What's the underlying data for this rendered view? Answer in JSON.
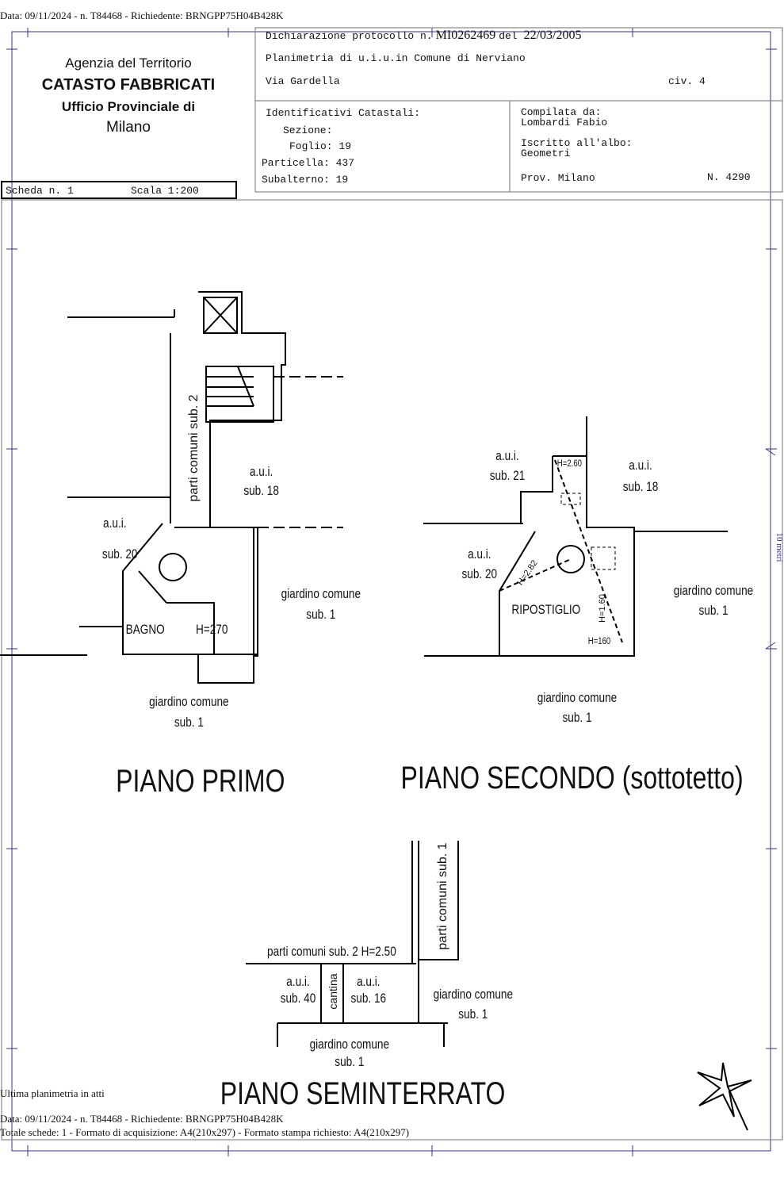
{
  "header_line": "Data: 09/11/2024 - n. T84468 - Richiedente: BRNGPP75H04B428K",
  "agency": {
    "line1": "Agenzia del Territorio",
    "line2": "CATASTO FABBRICATI",
    "line3": "Ufficio Provinciale di",
    "line4": "Milano"
  },
  "scheda": {
    "label": "Scheda n. 1",
    "scale": "Scala 1:200"
  },
  "declaration": {
    "prefix": "Dichiarazione protocollo n.",
    "number": "MI0262469",
    "del": "del",
    "date": "22/03/2005",
    "planimetria": "Planimetria di u.i.u.in Comune di Nerviano",
    "street": "Via Gardella",
    "civ": "civ. 4"
  },
  "identifiers": {
    "title": "Identificativi Catastali:",
    "sezione": "Sezione:",
    "foglio": "Foglio: 19",
    "particella": "Particella: 437",
    "subalterno": "Subalterno: 19"
  },
  "compiler": {
    "label": "Compilata da:",
    "name": "Lombardi Fabio",
    "albo_label": "Iscritto all'albo:",
    "albo": "Geometri",
    "prov": "Prov. Milano",
    "number": "N. 4290"
  },
  "scale_bar": "10 metri",
  "piano_primo": {
    "title": "PIANO PRIMO",
    "aui20": [
      "a.u.i.",
      "sub. 20"
    ],
    "parti_comuni": "parti comuni sub. 2",
    "aui18": [
      "a.u.i.",
      "sub. 18"
    ],
    "giardino_right": [
      "giardino comune",
      "sub. 1"
    ],
    "bagno": "BAGNO",
    "height": "H=270",
    "giardino_bottom": [
      "giardino comune",
      "sub. 1"
    ]
  },
  "piano_secondo": {
    "title": "PIANO SECONDO (sottotetto)",
    "aui21": [
      "a.u.i.",
      "sub. 21"
    ],
    "aui18": [
      "a.u.i.",
      "sub. 18"
    ],
    "aui20": [
      "a.u.i.",
      "sub. 20"
    ],
    "ripostiglio": "RIPOSTIGLIO",
    "h260": "H=2.60",
    "h282": "H=2.82",
    "h160v": "H=1.60",
    "h160": "H=160",
    "giardino_right": [
      "giardino comune",
      "sub. 1"
    ],
    "giardino_bottom": [
      "giardino comune",
      "sub. 1"
    ]
  },
  "piano_seminterrato": {
    "title": "PIANO SEMINTERRATO",
    "parti_comuni1": "parti comuni sub. 1",
    "parti_comuni2": "parti comuni sub. 2  H=2.50",
    "aui40": [
      "a.u.i.",
      "sub. 40"
    ],
    "cantina": "cantina",
    "aui16": [
      "a.u.i.",
      "sub. 16"
    ],
    "giardino_right": [
      "giardino comune",
      "sub. 1"
    ],
    "giardino_bottom": [
      "giardino comune",
      "sub. 1"
    ]
  },
  "footer": {
    "ultima": "Ultima planimetria in atti",
    "data": "Data: 09/11/2024 - n. T84468 - Richiedente: BRNGPP75H04B428K",
    "totale": "Totale schede: 1 - Formato di acquisizione: A4(210x297)  - Formato stampa richiesto: A4(210x297)"
  }
}
